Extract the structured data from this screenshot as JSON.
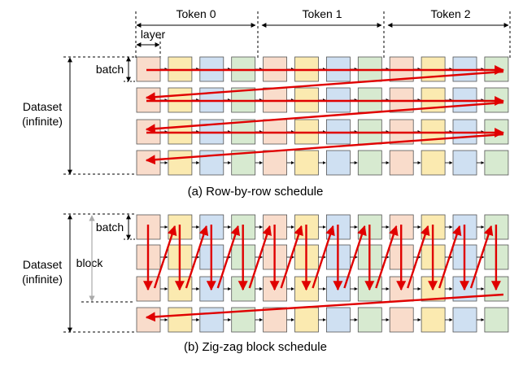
{
  "tokens": [
    "Token 0",
    "Token 1",
    "Token 2"
  ],
  "layer_label": "layer",
  "layers_per_token": 4,
  "layer_colors": [
    "#f9dccb",
    "#fbeab0",
    "#cfe0f2",
    "#d7ead0"
  ],
  "arrow_color": "#e00000",
  "panels": [
    {
      "id": "row-by-row",
      "batch_label": "batch",
      "dataset_line1": "Dataset",
      "dataset_line2": "(infinite)",
      "caption": "(a) Row-by-row schedule",
      "rows": 4
    },
    {
      "id": "zig-zag",
      "batch_label": "batch",
      "block_label": "block",
      "dataset_line1": "Dataset",
      "dataset_line2": "(infinite)",
      "caption": "(b) Zig-zag block schedule",
      "rows": 4,
      "block_rows": 3
    }
  ]
}
